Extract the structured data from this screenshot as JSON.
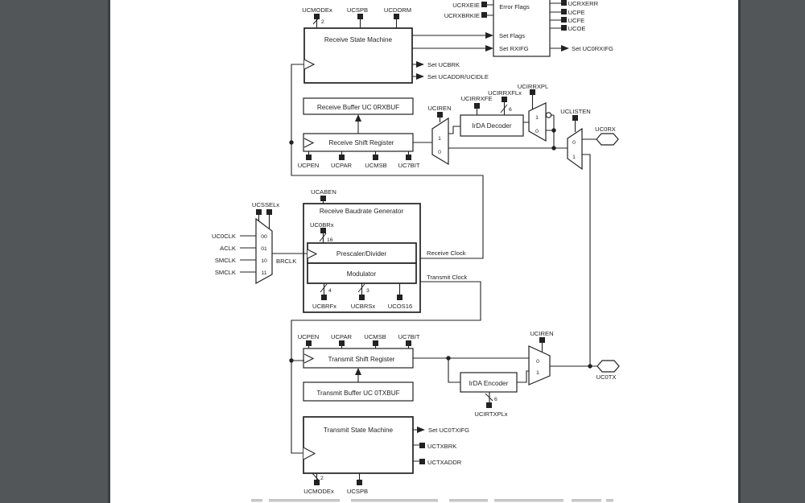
{
  "window": {
    "margin_color": "#525659",
    "page_color": "#ffffff",
    "ink_color": "#222222"
  },
  "labels": {
    "ucmodex": "UCMODEx",
    "ucspb": "UCSPB",
    "ucdorm": "UCDORM",
    "receive_state_machine": "Receive State Machine",
    "set_ucbrk": "Set UCBRK",
    "set_ucaddr_ucidle": "Set UCADDR/UCIDLE",
    "ucrxeie": "UCRXEIE",
    "ucrxbrkie": "UCRXBRKIE",
    "error_flags": "Error Flags",
    "set_flags": "Set Flags",
    "set_rxifg": "Set RXIFG",
    "ucrxerr": "UCRXERR",
    "ucpe": "UCPE",
    "ucfe": "UCFE",
    "ucoe": "UCOE",
    "set_uc0rxifg": "Set UC0RXIFG",
    "receive_buffer": "Receive Buffer UC 0RXBUF",
    "receive_shift_register": "Receive Shift Register",
    "ucpen": "UCPEN",
    "ucpar": "UCPAR",
    "ucmsb": "UCMSB",
    "uc7bit": "UC7BIT",
    "uciren": "UCIREN",
    "ucirrxfe": "UCIRRXFE",
    "ucirrxflx": "UCIRRXFLx",
    "ucirrxpl": "UCIRRXPL",
    "irda_decoder": "IrDA Decoder",
    "uclisten": "UCLISTEN",
    "uc0rx": "UC0RX",
    "ucsselx": "UCSSELx",
    "uc0clk": "UC0CLK",
    "aclk": "ACLK",
    "smclk": "SMCLK",
    "b00": "00",
    "b01": "01",
    "b10": "10",
    "b11": "11",
    "brclk": "BRCLK",
    "ucaben": "UCABEN",
    "receive_baudrate_generator": "Receive Baudrate Generator",
    "uc0brx": "UC0BRx",
    "prescaler_divider": "Prescaler/Divider",
    "modulator": "Modulator",
    "ucbrfx": "UCBRFx",
    "ucbrsx": "UCBRSx",
    "ucos16": "UCOS16",
    "receive_clock": "Receive Clock",
    "transmit_clock": "Transmit Clock",
    "transmit_shift_register": "Transmit Shift Register",
    "transmit_buffer": "Transmit Buffer UC 0TXBUF",
    "irda_encoder": "IrDA Encoder",
    "ucirtxplx": "UCIRTXPLx",
    "uc0tx": "UC0TX",
    "transmit_state_machine": "Transmit State Machine",
    "set_uc0txifg": "Set UC0TXIFG",
    "uctxbrk": "UCTXBRK",
    "uctxaddr": "UCTXADDR",
    "one": "1",
    "zero": "0",
    "w2": "2",
    "w3": "3",
    "w4": "4",
    "w6": "6",
    "w16": "16"
  }
}
